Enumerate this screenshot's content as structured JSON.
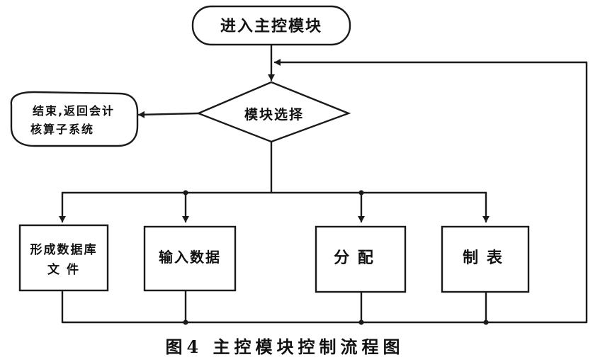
{
  "nodes": {
    "start": {
      "label": "进入主控模块"
    },
    "decision": {
      "label": "模块选择"
    },
    "exit": {
      "line1": "结束,返回会计",
      "line2": "核算子系统"
    },
    "db": {
      "line1": "形成数据库",
      "line2": "文 件"
    },
    "input": {
      "label": "输入数据"
    },
    "allocate": {
      "label": "分 配"
    },
    "report": {
      "label": "制 表"
    }
  },
  "caption": "图4 主控模块控制流程图",
  "colors": {
    "line": "#1a1a1a",
    "text": "#111111",
    "background": "#ffffff"
  }
}
